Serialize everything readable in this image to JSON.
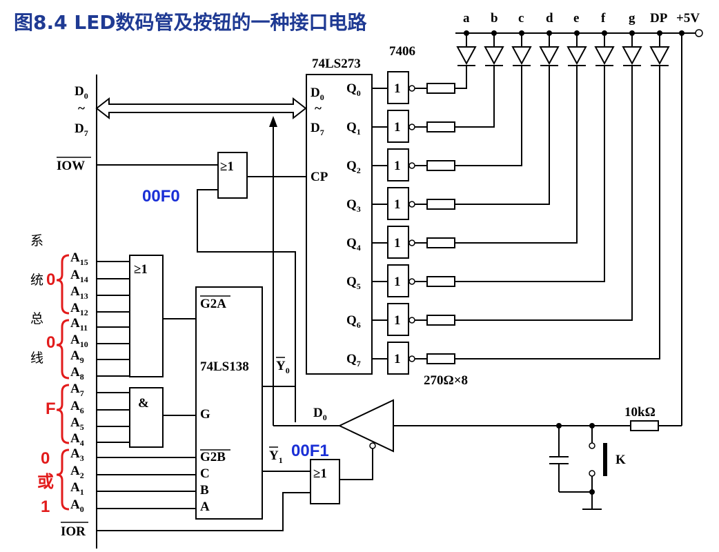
{
  "title": "图8.4   LED数码管及按钮的一种接口电路",
  "bus_labels": {
    "d0": "D",
    "d7": "D",
    "sub0": "0",
    "sub7": "7",
    "tilde": "~",
    "iow": "IOW",
    "ior": "IOR"
  },
  "system_bus_chars": [
    "系",
    "统",
    "总",
    "线"
  ],
  "addr_lines": [
    {
      "base": "A",
      "sub": "15"
    },
    {
      "base": "A",
      "sub": "14"
    },
    {
      "base": "A",
      "sub": "13"
    },
    {
      "base": "A",
      "sub": "12"
    },
    {
      "base": "A",
      "sub": "11"
    },
    {
      "base": "A",
      "sub": "10"
    },
    {
      "base": "A",
      "sub": "9"
    },
    {
      "base": "A",
      "sub": "8"
    },
    {
      "base": "A",
      "sub": "7"
    },
    {
      "base": "A",
      "sub": "6"
    },
    {
      "base": "A",
      "sub": "5"
    },
    {
      "base": "A",
      "sub": "4"
    },
    {
      "base": "A",
      "sub": "3"
    },
    {
      "base": "A",
      "sub": "2"
    },
    {
      "base": "A",
      "sub": "1"
    },
    {
      "base": "A",
      "sub": "0"
    }
  ],
  "red_notes": {
    "grp1": "0",
    "grp2": "0",
    "grp3": "F",
    "grp4a": "0",
    "grp4b": "或",
    "grp4c": "1"
  },
  "blue_notes": {
    "addr_out": "00F0",
    "addr_in": "00F1"
  },
  "gates": {
    "or_ge1": "≥1",
    "and": "&",
    "inv": "1"
  },
  "decoder": {
    "name": "74LS138",
    "g2a": "G2A",
    "g2b": "G2B",
    "g": "G",
    "c": "C",
    "b": "B",
    "a": "A",
    "y0": "Y",
    "y0sub": "0",
    "y1": "Y",
    "y1sub": "1"
  },
  "latch": {
    "name": "74LS273",
    "d": "D",
    "d0sub": "0",
    "d7sub": "7",
    "cp": "CP",
    "q": "Q",
    "qsubs": [
      "0",
      "1",
      "2",
      "3",
      "4",
      "5",
      "6",
      "7"
    ]
  },
  "driver": {
    "name": "7406"
  },
  "resistor_note": "270Ω×8",
  "segments": [
    "a",
    "b",
    "c",
    "d",
    "e",
    "f",
    "g",
    "DP"
  ],
  "power": "+5V",
  "pullup": "10kΩ",
  "button": "K",
  "buffer_in": {
    "d": "D",
    "sub": "0"
  }
}
